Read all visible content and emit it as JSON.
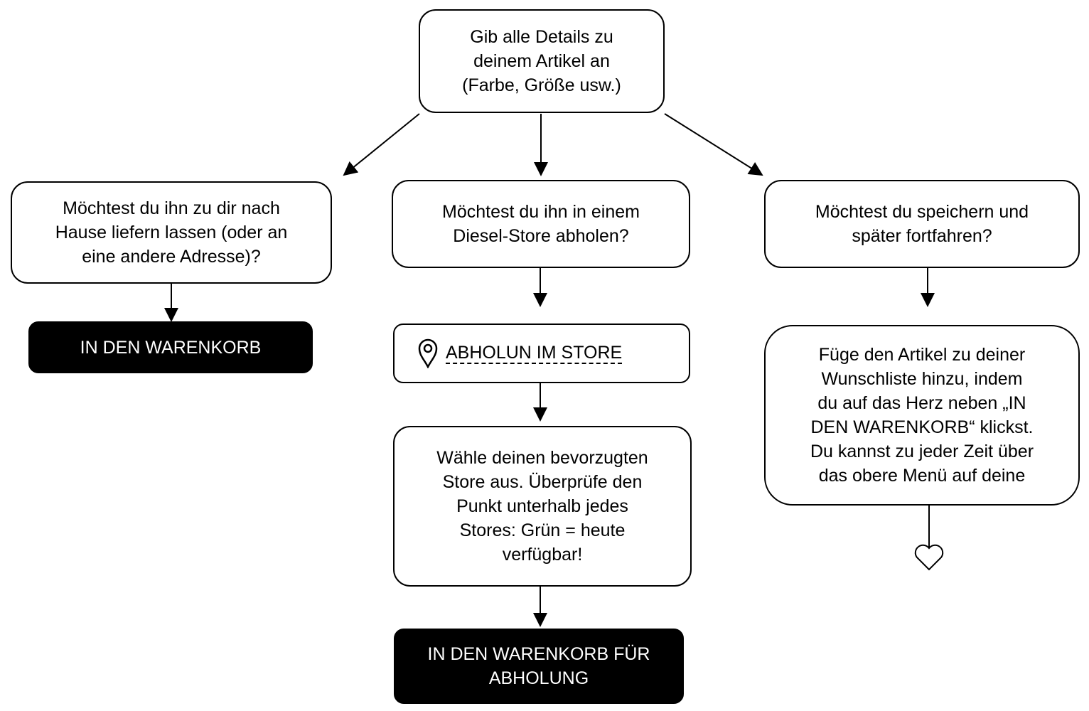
{
  "diagram": {
    "type": "flowchart",
    "colors": {
      "line": "#000000",
      "box_fill": "#ffffff",
      "button_fill": "#000000",
      "button_text": "#ffffff"
    },
    "nodes": {
      "start": {
        "text": "Gib alle Details zu\ndeinem Artikel an\n(Farbe, Größe usw.)"
      },
      "home_delivery_question": {
        "text": "Möchtest du ihn zu dir nach\nHause liefern lassen (oder an\neine andere Adresse)?"
      },
      "add_to_cart_button": {
        "text": "IN DEN WARENKORB"
      },
      "store_pickup_question": {
        "text": "Möchtest du ihn in einem\nDiesel-Store abholen?"
      },
      "pickup_in_store_link": {
        "text": "ABHOLUN IM STORE",
        "icon": "location-pin-icon"
      },
      "choose_store_step": {
        "text": "Wähle deinen bevorzugten\nStore aus. Überprüfe den\nPunkt unterhalb jedes\nStores: Grün = heute\nverfügbar!"
      },
      "add_to_cart_pickup_button": {
        "text": "IN DEN WARENKORB FÜR\nABHOLUNG"
      },
      "save_later_question": {
        "text": "Möchtest du speichern und\nspäter fortfahren?"
      },
      "wishlist_step": {
        "text": "Füge den Artikel zu deiner\nWunschliste hinzu, indem\ndu auf das Herz neben „IN\nDEN WARENKORB“ klickst.\nDu kannst zu jeder Zeit über\ndas obere Menü auf deine"
      },
      "wishlist_heart": {
        "icon": "heart-outline-icon"
      }
    },
    "edges": [
      {
        "from": "start",
        "to": "home_delivery_question"
      },
      {
        "from": "start",
        "to": "store_pickup_question"
      },
      {
        "from": "start",
        "to": "save_later_question"
      },
      {
        "from": "home_delivery_question",
        "to": "add_to_cart_button"
      },
      {
        "from": "store_pickup_question",
        "to": "pickup_in_store_link"
      },
      {
        "from": "pickup_in_store_link",
        "to": "choose_store_step"
      },
      {
        "from": "choose_store_step",
        "to": "add_to_cart_pickup_button"
      },
      {
        "from": "save_later_question",
        "to": "wishlist_step"
      },
      {
        "from": "wishlist_step",
        "to": "wishlist_heart"
      }
    ]
  }
}
